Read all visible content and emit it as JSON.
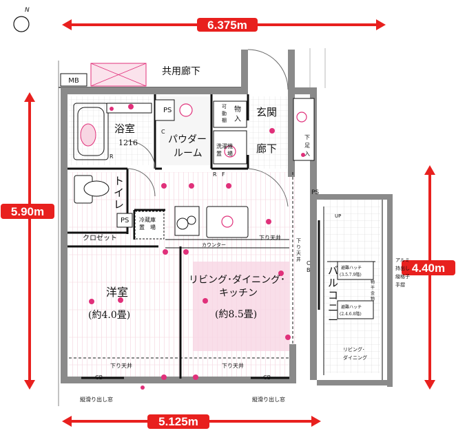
{
  "dimensions": {
    "top_width": "6.375m",
    "left_height": "5.90m",
    "right_height": "4.40m",
    "bottom_width": "5.125m"
  },
  "compass": {
    "north_label": "N"
  },
  "labels": {
    "mb": "MB",
    "common_corridor": "共用廊下",
    "ps_bath": "PS",
    "ps_closet": "PS",
    "ps_right": "PS",
    "storage": [
      "物",
      "入"
    ],
    "storage_sub": [
      "可",
      "動",
      "棚"
    ],
    "entrance": "玄関",
    "shoe_box": [
      "下",
      "足",
      "入"
    ],
    "bathroom": "浴室",
    "bathroom_size": "1216",
    "powder_room": [
      "パウダー",
      "ルーム"
    ],
    "washer": [
      "洗濯機",
      "置　場"
    ],
    "hallway": "廊下",
    "toilet": [
      "ト",
      "イ",
      "レ"
    ],
    "fridge": [
      "冷蔵庫",
      "置　場"
    ],
    "closet": "クロゼット",
    "counter": "カウンター",
    "ceiling_drop_ldk": "下り天井",
    "ceiling_drop_side": [
      "下",
      "り",
      "天",
      "井"
    ],
    "ceiling_drop_bottom_left": "下り天井",
    "ceiling_drop_bottom_right": "下り天井",
    "western_room": "洋室",
    "western_room_size": "(約4.0畳)",
    "ldk": "リビング･ダイニング･",
    "ldk_line2": "キッチン",
    "ldk_size": "(約8.5畳)",
    "balcony": [
      "バ",
      "ル",
      "コ",
      "ニ",
      "ー"
    ],
    "cb_balcony": [
      "C",
      "B"
    ],
    "cb_left": "CB",
    "cb_right": "CB",
    "window_left": "縦滑り出し窓",
    "window_right": "縦滑り出し窓",
    "escape_hatch_1": [
      "避難ハッチ",
      "(3.5.7.9階)"
    ],
    "escape_hatch_2": [
      "避難ハッチ",
      "(2.4.6.8階)"
    ],
    "hardware": [
      "物",
      "干",
      "金",
      "物"
    ],
    "aluminum_railing": [
      "アルミ",
      "持出し",
      "縦格子",
      "手摺"
    ],
    "ac_ldk": [
      "リビング･",
      "ダイニング"
    ],
    "up_label": "UP",
    "rf_labels": [
      "R",
      "F"
    ],
    "c_label": "C",
    "r_label": "R"
  }
}
